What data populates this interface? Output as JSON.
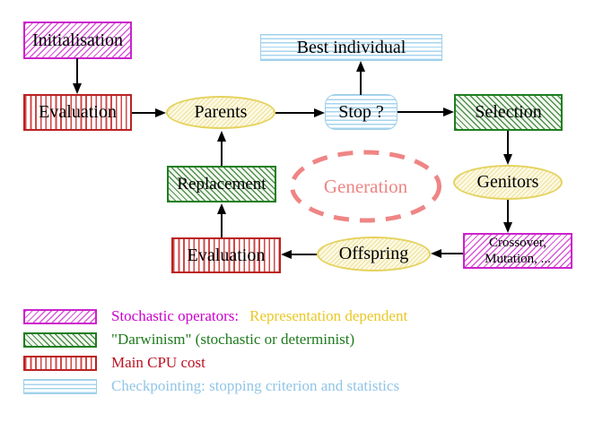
{
  "nodes": {
    "initialisation": "Initialisation",
    "evaluation_top": "Evaluation",
    "parents": "Parents",
    "best_individual": "Best individual",
    "stop": "Stop ?",
    "selection": "Selection",
    "replacement": "Replacement",
    "generation": "Generation",
    "genitors": "Genitors",
    "evaluation_bottom": "Evaluation",
    "offspring": "Offspring",
    "crossover_line1": "Crossover,",
    "crossover_line2": "Mutation, ..."
  },
  "edges": [
    {
      "from": "initialisation",
      "to": "evaluation_top"
    },
    {
      "from": "evaluation_top",
      "to": "parents"
    },
    {
      "from": "parents",
      "to": "stop"
    },
    {
      "from": "stop",
      "to": "best_individual"
    },
    {
      "from": "stop",
      "to": "selection"
    },
    {
      "from": "selection",
      "to": "genitors"
    },
    {
      "from": "genitors",
      "to": "crossover_mutation"
    },
    {
      "from": "crossover_mutation",
      "to": "offspring"
    },
    {
      "from": "offspring",
      "to": "evaluation_bottom"
    },
    {
      "from": "evaluation_bottom",
      "to": "replacement"
    },
    {
      "from": "replacement",
      "to": "parents"
    }
  ],
  "legend": [
    {
      "swatch": "magenta-diagonal-hatch",
      "parts": [
        {
          "text": "Stochastic operators:",
          "color": "#cc00cc"
        },
        {
          "text": "Representation dependent",
          "color": "#e9c825"
        }
      ]
    },
    {
      "swatch": "green-diagonal-hatch",
      "parts": [
        {
          "text": "\"Darwinism\" (stochastic or determinist)",
          "color": "#1e7a1e"
        }
      ]
    },
    {
      "swatch": "red-vertical-stripes",
      "parts": [
        {
          "text": "Main CPU cost",
          "color": "#bb1122"
        }
      ]
    },
    {
      "swatch": "cyan-horizontal-stripes",
      "parts": [
        {
          "text": "Checkpointing: stopping criterion and statistics",
          "color": "#91c5e6"
        }
      ]
    }
  ],
  "colors": {
    "stochastic_magenta": "#cc22cc",
    "darwinism_green": "#1e7e1e",
    "cpu_red": "#bb2222",
    "checkpoint_cyan": "#9fcfe6",
    "node_yellow_border": "#e5d25e",
    "node_yellow_fill": "#fdf9e2",
    "generation_salmon": "#ef8585",
    "arrow_black": "#000000"
  }
}
